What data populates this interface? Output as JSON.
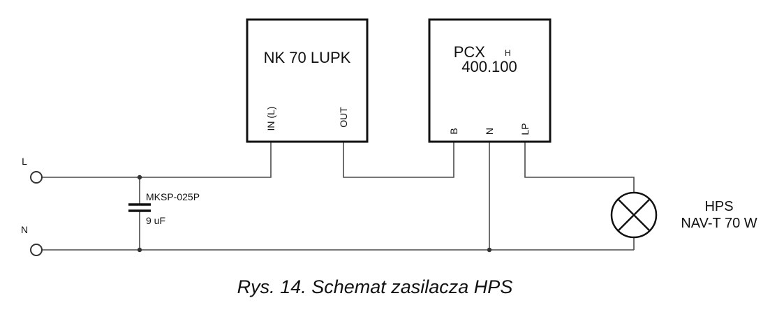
{
  "blocks": {
    "nk": {
      "title": "NK 70 LUPK",
      "pin_in": "IN (L)",
      "pin_out": "OUT"
    },
    "pcx": {
      "title": "PCX",
      "title_sub": "H",
      "model": "400.100",
      "pin_b": "B",
      "pin_n": "N",
      "pin_lp": "LP"
    }
  },
  "terminals": {
    "line": "L",
    "neutral": "N"
  },
  "capacitor": {
    "model": "MKSP-025P",
    "value": "9 uF"
  },
  "lamp": {
    "type": "HPS",
    "model": "NAV-T 70 W"
  },
  "caption": "Rys. 14. Schemat zasilacza HPS"
}
